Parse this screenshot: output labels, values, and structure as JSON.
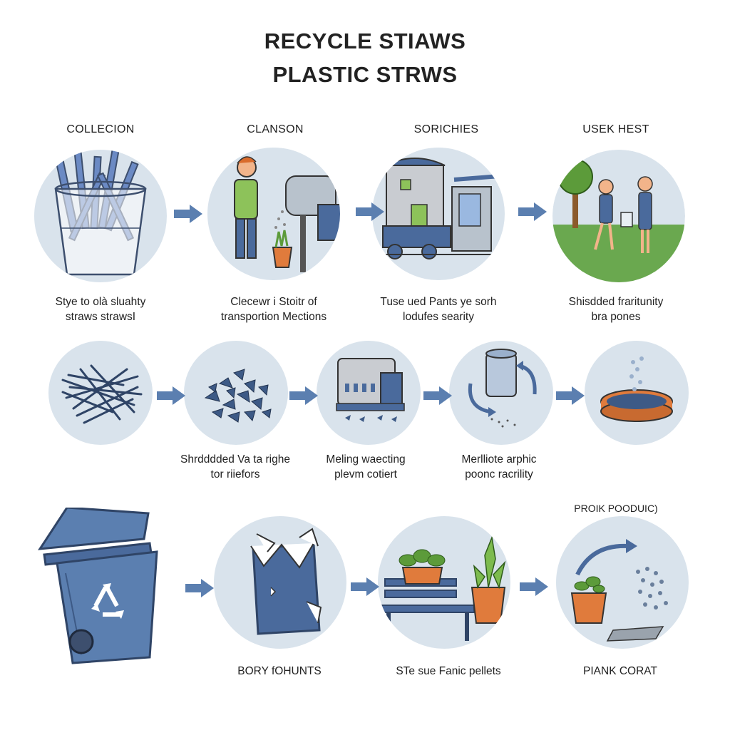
{
  "title": {
    "line1": "RECYCLE STIAWS",
    "line2": "PLASTIC STRWS"
  },
  "row1": {
    "steps": [
      {
        "label": "COLLECION",
        "caption_line1": "Stye to olà sluahty",
        "caption_line2": "straws strawsI"
      },
      {
        "label": "CLANSON",
        "caption_line1": "Clecewr i Stoitr of",
        "caption_line2": "transportion Mections"
      },
      {
        "label": "SORICHIES",
        "caption_line1": "Tuse ued Pants ye sorh",
        "caption_line2": "lodufes searity"
      },
      {
        "label": "USEK HEST",
        "caption_line1": "Shisdded fraritunity",
        "caption_line2": "bra pones"
      }
    ]
  },
  "row2": {
    "captions": [
      {
        "line1": "Shrdddded Va ta righe",
        "line2": "tor riiefors"
      },
      {
        "line1": "Meling waecting",
        "line2": "plevm cotiert"
      },
      {
        "line1": "Merlliote arphic",
        "line2": "poonc racrility"
      }
    ]
  },
  "row3": {
    "product_label": "PROIK POODUIC)",
    "captions": [
      {
        "line1": "BORY fOHUNTS"
      },
      {
        "line1": "STe sue Fanic pellets"
      },
      {
        "line1": "PIANK CORAT"
      }
    ]
  },
  "colors": {
    "circle_bg": "#d9e3ec",
    "accent_blue": "#5b7fb0",
    "dark_blue": "#4a6a9c",
    "orange": "#e07b3c",
    "green": "#6da844"
  },
  "icons": [
    "arrow-right-icon",
    "recycle-icon",
    "trash-bin-icon"
  ]
}
